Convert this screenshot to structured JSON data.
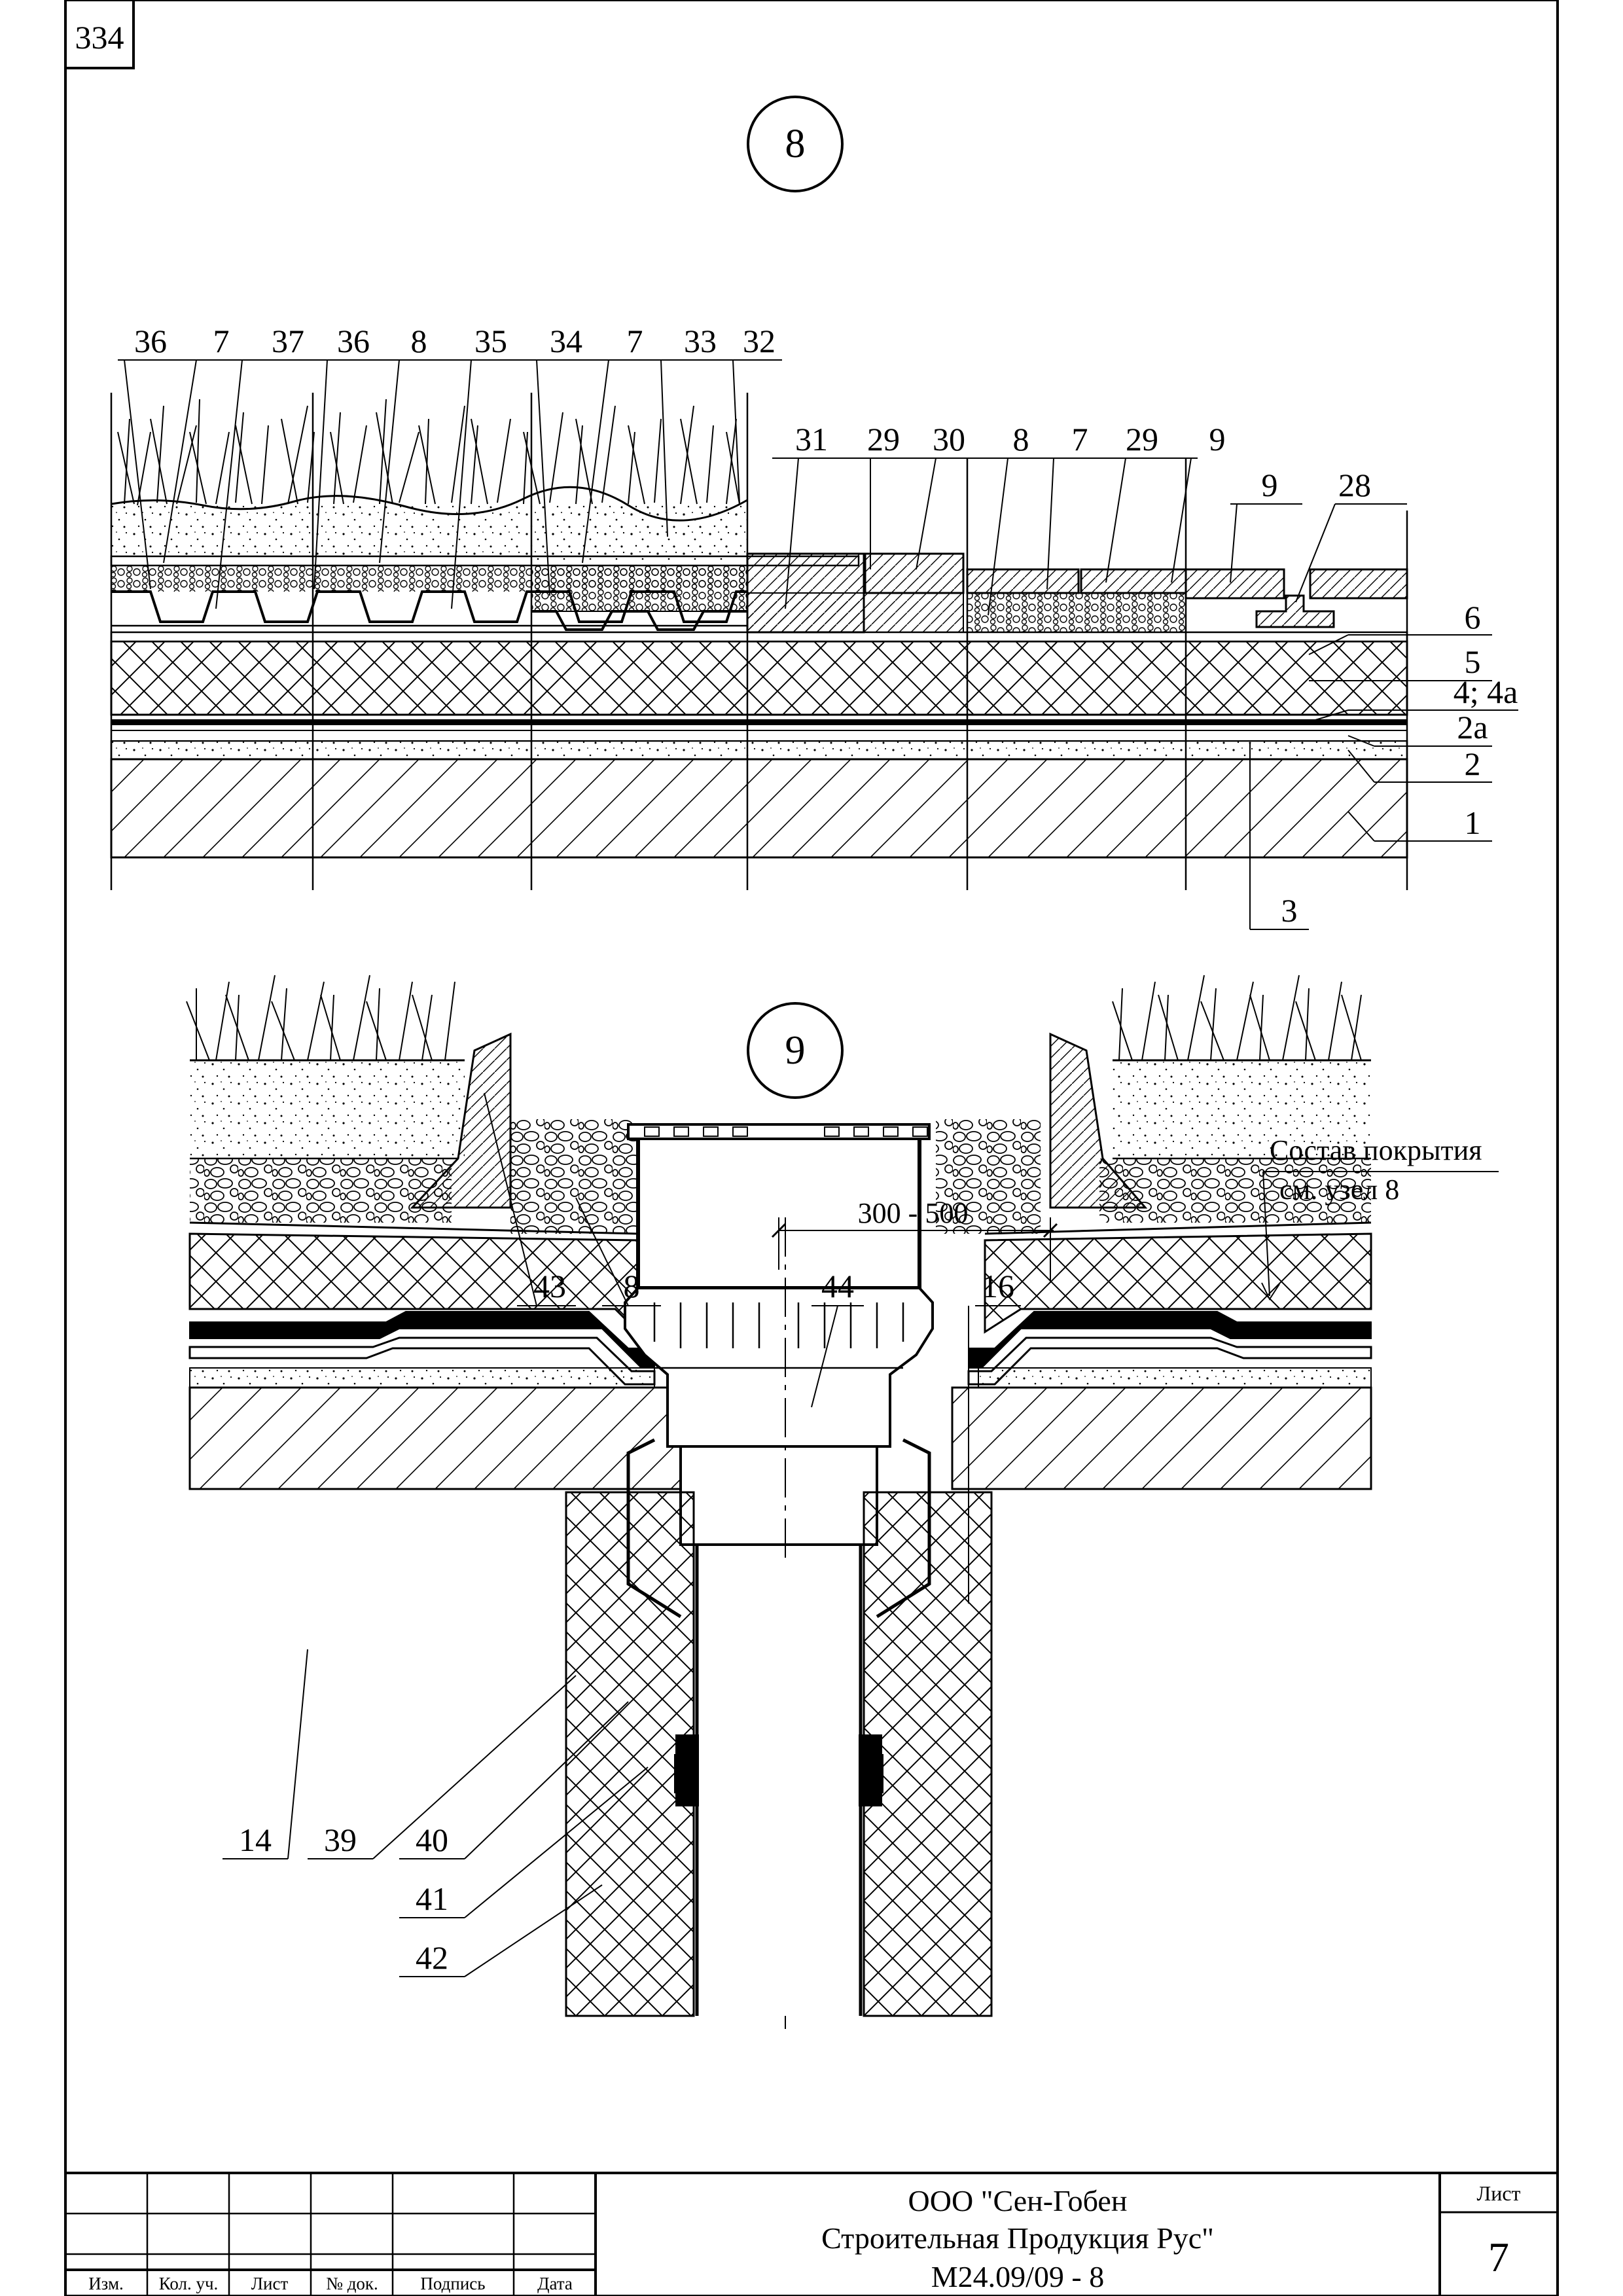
{
  "page_number": "334",
  "section_8": {
    "title": "8",
    "top_labels": [
      "36",
      "7",
      "37",
      "36",
      "8",
      "35",
      "34",
      "7",
      "33",
      "32"
    ],
    "mid_labels": [
      "31",
      "29",
      "30",
      "8",
      "7",
      "29",
      "9"
    ],
    "right_upper_labels": [
      "9",
      "28"
    ],
    "side_labels": [
      "6",
      "5",
      "4; 4а",
      "2а",
      "2",
      "1"
    ],
    "bottom_label": "3"
  },
  "section_9": {
    "title": "9",
    "note_line1": "Состав покрытия",
    "note_line2": "см. узел 8",
    "dimension": "300 - 500",
    "top_labels": [
      "43",
      "8",
      "44",
      "16"
    ],
    "bottom_labels": [
      "14",
      "39",
      "40",
      "41",
      "42"
    ]
  },
  "title_block": {
    "columns": [
      "Изм.",
      "Кол. уч.",
      "Лист",
      "№ док.",
      "Подпись",
      "Дата"
    ],
    "company_line1": "ООО \"Сен-Гобен",
    "company_line2": "Строительная Продукция Рус\"",
    "doc_code": "М24.09/09 - 8",
    "sheet_label": "Лист",
    "sheet_number": "7"
  }
}
